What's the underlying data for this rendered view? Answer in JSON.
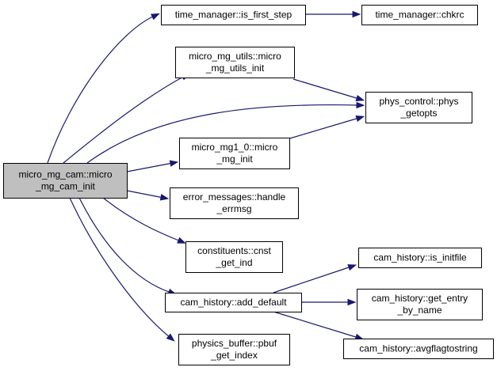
{
  "graph": {
    "edge_color": "#191970",
    "root_fill": "#bfbfbf",
    "nodes": [
      {
        "id": "root",
        "lines": [
          "micro_mg_cam::micro",
          "_mg_cam_init"
        ]
      },
      {
        "id": "is_first_step",
        "lines": [
          "time_manager::is_first_step"
        ]
      },
      {
        "id": "chkrc",
        "lines": [
          "time_manager::chkrc"
        ]
      },
      {
        "id": "utils_init",
        "lines": [
          "micro_mg_utils::micro",
          "_mg_utils_init"
        ]
      },
      {
        "id": "phys_getopts",
        "lines": [
          "phys_control::phys",
          "_getopts"
        ]
      },
      {
        "id": "mg1_init",
        "lines": [
          "micro_mg1_0::micro",
          "_mg_init"
        ]
      },
      {
        "id": "handle_errmsg",
        "lines": [
          "error_messages::handle",
          "_errmsg"
        ]
      },
      {
        "id": "cnst_get_ind",
        "lines": [
          "constituents::cnst",
          "_get_ind"
        ]
      },
      {
        "id": "add_default",
        "lines": [
          "cam_history::add_default"
        ]
      },
      {
        "id": "is_initfile",
        "lines": [
          "cam_history::is_initfile"
        ]
      },
      {
        "id": "get_entry_by_name",
        "lines": [
          "cam_history::get_entry",
          "_by_name"
        ]
      },
      {
        "id": "avgflagtostring",
        "lines": [
          "cam_history::avgflagtostring"
        ]
      },
      {
        "id": "pbuf_get_index",
        "lines": [
          "physics_buffer::pbuf",
          "_get_index"
        ]
      }
    ],
    "edges": [
      [
        "root",
        "is_first_step"
      ],
      [
        "is_first_step",
        "chkrc"
      ],
      [
        "root",
        "utils_init"
      ],
      [
        "utils_init",
        "phys_getopts"
      ],
      [
        "root",
        "phys_getopts"
      ],
      [
        "root",
        "mg1_init"
      ],
      [
        "mg1_init",
        "phys_getopts"
      ],
      [
        "root",
        "handle_errmsg"
      ],
      [
        "root",
        "cnst_get_ind"
      ],
      [
        "root",
        "add_default"
      ],
      [
        "add_default",
        "is_initfile"
      ],
      [
        "add_default",
        "get_entry_by_name"
      ],
      [
        "add_default",
        "avgflagtostring"
      ],
      [
        "root",
        "pbuf_get_index"
      ]
    ]
  }
}
